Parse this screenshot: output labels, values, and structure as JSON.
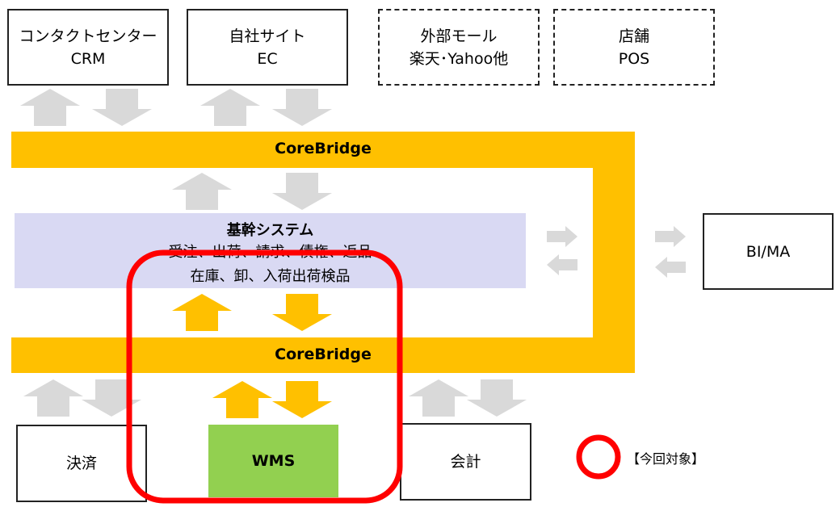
{
  "top_boxes": [
    {
      "line1": "コンタクトセンター",
      "line2": "CRM"
    },
    {
      "line1": "自社サイト",
      "line2": "EC"
    },
    {
      "line1": "外部モール",
      "line2": "楽天･Yahoo他"
    },
    {
      "line1": "店舗",
      "line2": "POS"
    }
  ],
  "corebridge_top": "CoreBridge",
  "corebridge_bottom": "CoreBridge",
  "core_system": {
    "title": "基幹システム",
    "line1": "受注、出荷、請求、債権、返品",
    "line2": "在庫、卸、入荷出荷検品"
  },
  "bi_ma": "BI/MA",
  "bottom_left": "決済",
  "wms": "WMS",
  "accounting": "会計",
  "legend": "【今回対象】",
  "colors": {
    "band": "#FFC000",
    "core_bg": "#D9D9F3",
    "wms_bg": "#92D050",
    "highlight": "#FF0000",
    "grey_arrow": "#D9D9D9"
  }
}
